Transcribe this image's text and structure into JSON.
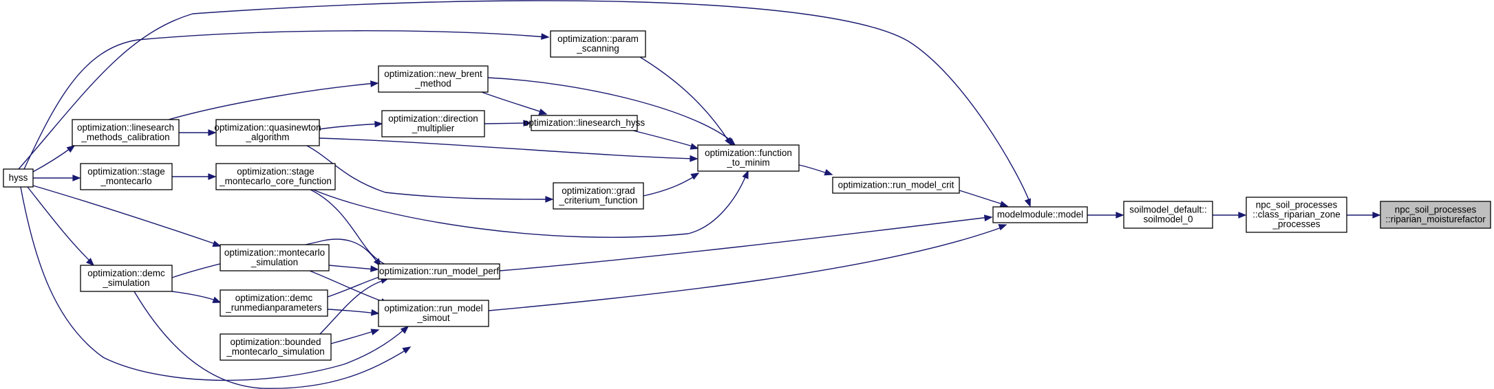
{
  "graph": {
    "title": "",
    "edge_color": "#191970",
    "root_fill": "#bfbfbf",
    "nodes": [
      {
        "id": "hyss",
        "lines": [
          "hyss"
        ]
      },
      {
        "id": "linesearch_methods_calibration",
        "lines": [
          "optimization::linesearch",
          "_methods_calibration"
        ]
      },
      {
        "id": "stage_montecarlo",
        "lines": [
          "optimization::stage",
          "_montecarlo"
        ]
      },
      {
        "id": "demc_simulation",
        "lines": [
          "optimization::demc",
          "_simulation"
        ]
      },
      {
        "id": "quasinewton_algorithm",
        "lines": [
          "optimization::quasinewton",
          "_algorithm"
        ]
      },
      {
        "id": "stage_montecarlo_core_function",
        "lines": [
          "optimization::stage",
          "_montecarlo_core_function"
        ]
      },
      {
        "id": "montecarlo_simulation",
        "lines": [
          "optimization::montecarlo",
          "_simulation"
        ]
      },
      {
        "id": "demc_runmedianparameters",
        "lines": [
          "optimization::demc",
          "_runmedianparameters"
        ]
      },
      {
        "id": "bounded_montecarlo_simulation",
        "lines": [
          "optimization::bounded",
          "_montecarlo_simulation"
        ]
      },
      {
        "id": "param_scanning",
        "lines": [
          "optimization::param",
          "_scanning"
        ]
      },
      {
        "id": "new_brent_method",
        "lines": [
          "optimization::new_brent",
          "_method"
        ]
      },
      {
        "id": "direction_multiplier",
        "lines": [
          "optimization::direction",
          "_multiplier"
        ]
      },
      {
        "id": "run_model_perf",
        "lines": [
          "optimization::run_model_perf"
        ]
      },
      {
        "id": "run_model_simout",
        "lines": [
          "optimization::run_model",
          "_simout"
        ]
      },
      {
        "id": "linesearch_hyss",
        "lines": [
          "optimization::linesearch_hyss"
        ]
      },
      {
        "id": "grad_criterium_function",
        "lines": [
          "optimization::grad",
          "_criterium_function"
        ]
      },
      {
        "id": "function_to_minim",
        "lines": [
          "optimization::function",
          "_to_minim"
        ]
      },
      {
        "id": "run_model_crit",
        "lines": [
          "optimization::run_model_crit"
        ]
      },
      {
        "id": "modelmodule_model",
        "lines": [
          "modelmodule::model"
        ]
      },
      {
        "id": "soilmodel_0",
        "lines": [
          "soilmodel_default::",
          "soilmodel_0"
        ]
      },
      {
        "id": "class_riparian_zone_processes",
        "lines": [
          "npc_soil_processes",
          "::class_riparian_zone",
          "_processes"
        ]
      },
      {
        "id": "riparian_moisturefactor",
        "lines": [
          "npc_soil_processes",
          "::riparian_moisturefactor"
        ],
        "root": true
      }
    ],
    "edges": [
      {
        "from": "hyss",
        "to": "modelmodule_model"
      },
      {
        "from": "hyss",
        "to": "param_scanning"
      },
      {
        "from": "hyss",
        "to": "linesearch_methods_calibration"
      },
      {
        "from": "hyss",
        "to": "stage_montecarlo"
      },
      {
        "from": "hyss",
        "to": "montecarlo_simulation"
      },
      {
        "from": "hyss",
        "to": "demc_simulation"
      },
      {
        "from": "hyss",
        "to": "bounded_montecarlo_simulation"
      },
      {
        "from": "linesearch_methods_calibration",
        "to": "new_brent_method"
      },
      {
        "from": "linesearch_methods_calibration",
        "to": "quasinewton_algorithm"
      },
      {
        "from": "stage_montecarlo",
        "to": "stage_montecarlo_core_function"
      },
      {
        "from": "demc_simulation",
        "to": "run_model_perf"
      },
      {
        "from": "demc_simulation",
        "to": "demc_runmedianparameters"
      },
      {
        "from": "demc_simulation",
        "to": "run_model_simout"
      },
      {
        "from": "quasinewton_algorithm",
        "to": "direction_multiplier"
      },
      {
        "from": "quasinewton_algorithm",
        "to": "function_to_minim"
      },
      {
        "from": "quasinewton_algorithm",
        "to": "grad_criterium_function"
      },
      {
        "from": "stage_montecarlo_core_function",
        "to": "run_model_perf"
      },
      {
        "from": "stage_montecarlo_core_function",
        "to": "function_to_minim"
      },
      {
        "from": "montecarlo_simulation",
        "to": "run_model_perf"
      },
      {
        "from": "montecarlo_simulation",
        "to": "run_model_simout"
      },
      {
        "from": "demc_runmedianparameters",
        "to": "run_model_perf"
      },
      {
        "from": "demc_runmedianparameters",
        "to": "run_model_simout"
      },
      {
        "from": "bounded_montecarlo_simulation",
        "to": "run_model_perf"
      },
      {
        "from": "bounded_montecarlo_simulation",
        "to": "run_model_simout"
      },
      {
        "from": "param_scanning",
        "to": "function_to_minim"
      },
      {
        "from": "new_brent_method",
        "to": "linesearch_hyss"
      },
      {
        "from": "new_brent_method",
        "to": "function_to_minim"
      },
      {
        "from": "direction_multiplier",
        "to": "linesearch_hyss"
      },
      {
        "from": "linesearch_hyss",
        "to": "function_to_minim"
      },
      {
        "from": "grad_criterium_function",
        "to": "function_to_minim"
      },
      {
        "from": "run_model_perf",
        "to": "modelmodule_model"
      },
      {
        "from": "run_model_simout",
        "to": "modelmodule_model"
      },
      {
        "from": "function_to_minim",
        "to": "run_model_crit"
      },
      {
        "from": "run_model_crit",
        "to": "modelmodule_model"
      },
      {
        "from": "modelmodule_model",
        "to": "soilmodel_0"
      },
      {
        "from": "soilmodel_0",
        "to": "class_riparian_zone_processes"
      },
      {
        "from": "class_riparian_zone_processes",
        "to": "riparian_moisturefactor"
      }
    ]
  }
}
